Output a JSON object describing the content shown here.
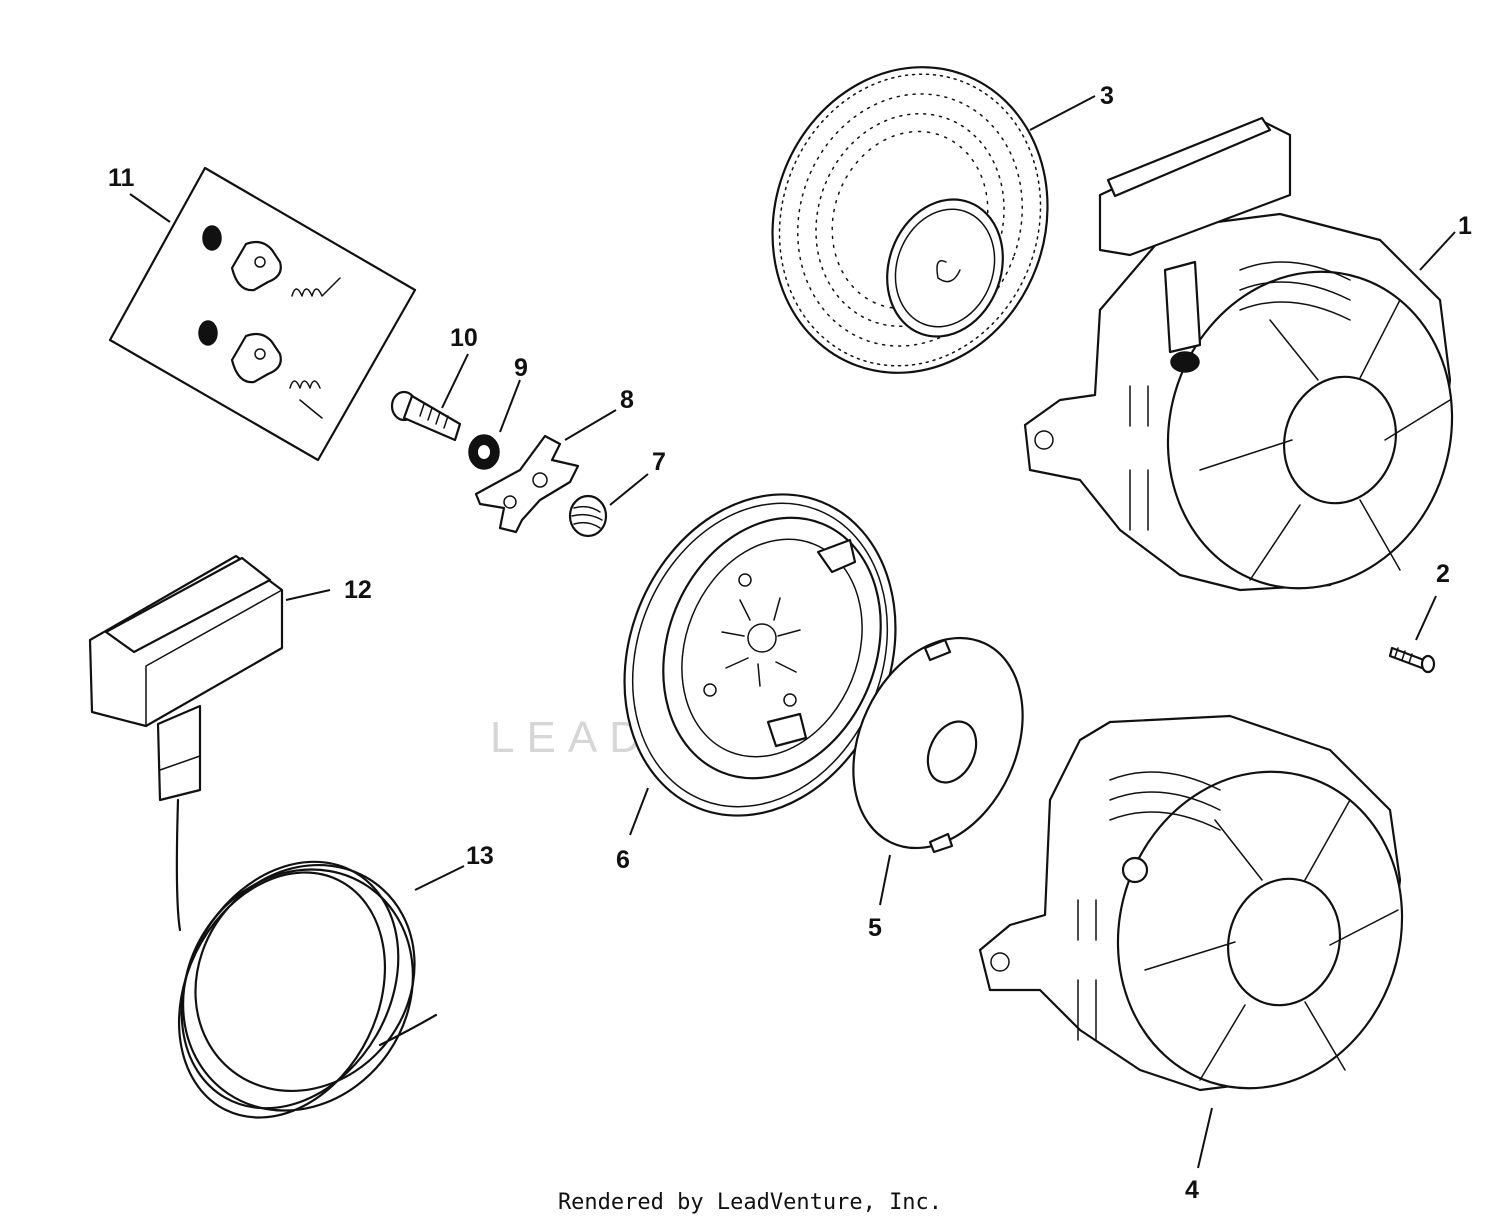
{
  "watermark": "LEADVENTURE",
  "footer": {
    "credit": "Rendered by LeadVenture, Inc."
  },
  "callouts": [
    {
      "id": "1",
      "label": "1"
    },
    {
      "id": "2",
      "label": "2"
    },
    {
      "id": "3",
      "label": "3"
    },
    {
      "id": "4",
      "label": "4"
    },
    {
      "id": "5",
      "label": "5"
    },
    {
      "id": "6",
      "label": "6"
    },
    {
      "id": "7",
      "label": "7"
    },
    {
      "id": "8",
      "label": "8"
    },
    {
      "id": "9",
      "label": "9"
    },
    {
      "id": "10",
      "label": "10"
    },
    {
      "id": "11",
      "label": "11"
    },
    {
      "id": "12",
      "label": "12"
    },
    {
      "id": "13",
      "label": "13"
    }
  ]
}
